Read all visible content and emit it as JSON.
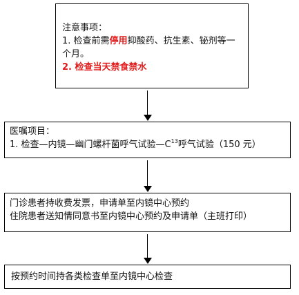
{
  "colors": {
    "red_text": "#e11b1b",
    "border": "#000000"
  },
  "notice": {
    "heading": "注意事项：",
    "item1_pre": "1. 检查前需",
    "item1_highlight": "停用",
    "item1_post": "抑酸药、抗生素、铋剂等一个月。",
    "item2": "2. 检查当天禁食禁水"
  },
  "orders": {
    "heading": "医嘱项目：",
    "item_pre": "1.  检查—内镜—幽门螺杆菌呼气试验—C",
    "item_sup": "13",
    "item_post": "呼气试验（150 元）"
  },
  "booking": {
    "line1": "门诊患者持收费发票，申请单至内镜中心预约",
    "line2": "住院患者送知情同意书至内镜中心预约及申请单（主班打印）"
  },
  "exam": {
    "line1": "按预约时间持各类检查单至内镜中心检查"
  }
}
